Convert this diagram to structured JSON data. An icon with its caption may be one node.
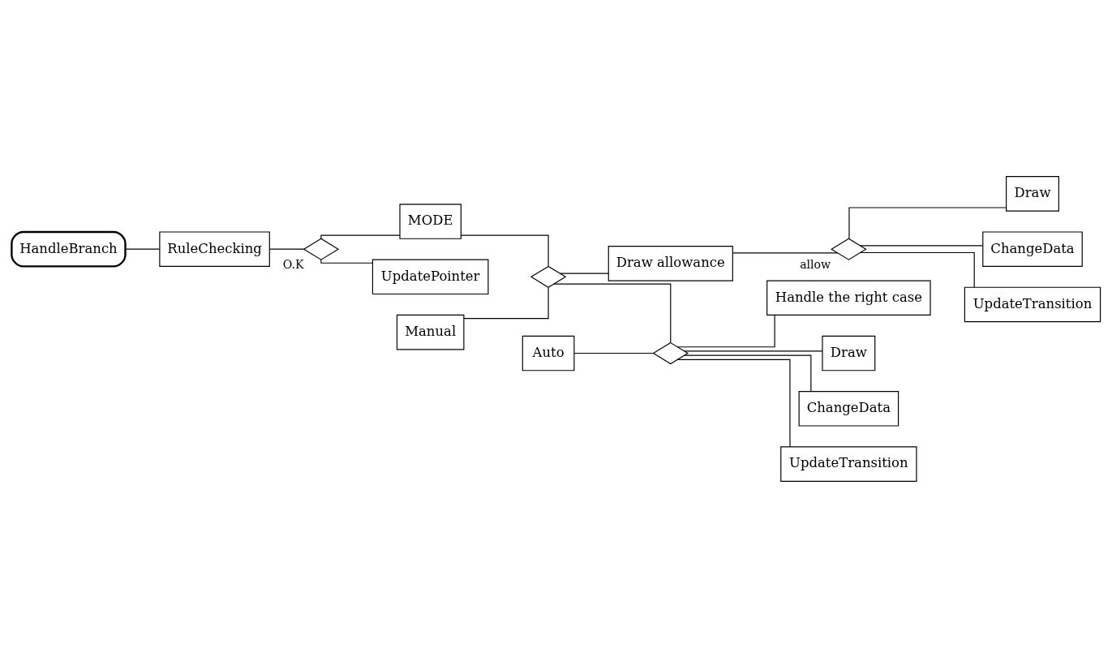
{
  "diagram": {
    "nodes": [
      {
        "text": [
          "HandleBranch"
        ]
      },
      {
        "text": [
          "RuleChecking"
        ]
      },
      {
        "text": [],
        "shape": "diamond",
        "beside": [
          "O.K"
        ]
      },
      {
        "text": [
          "MODE"
        ]
      },
      {
        "text": [
          "Manual"
        ]
      },
      {
        "text": [],
        "shape": "diamond"
      },
      {
        "text": [
          "Draw allowance"
        ]
      },
      {
        "text": [],
        "shape": "diamond",
        "beside": [
          "allow"
        ]
      },
      {
        "text": [
          "Draw"
        ]
      },
      {
        "text": [
          "ChangeData"
        ]
      },
      {
        "text": [
          "UpdateTransition"
        ]
      },
      {
        "text": [
          "Auto"
        ]
      },
      {
        "text": [],
        "shape": "diamond"
      },
      {
        "text": [
          "Handle the right case"
        ]
      },
      {
        "text": [
          "Draw"
        ]
      },
      {
        "text": [
          "ChangeData"
        ]
      },
      {
        "text": [
          "UpdateTransition"
        ]
      },
      {
        "text": [
          "UpdatePointer"
        ]
      }
    ],
    "edges": [
      {
        "from": 0,
        "to": 1,
        "arrow": "none"
      },
      {
        "from": 1,
        "to": 2,
        "arrow": "none"
      },
      {
        "from": 2,
        "to": 3,
        "arrow": "none"
      },
      {
        "from": 3,
        "to": 5,
        "arrow": "none"
      },
      {
        "from": 4,
        "to": 5,
        "arrow": "none"
      },
      {
        "from": 5,
        "to": 6,
        "arrow": "none"
      },
      {
        "from": 6,
        "to": 7,
        "arrow": "none"
      },
      {
        "from": 7,
        "to": 8,
        "arrow": "none"
      },
      {
        "from": 7,
        "to": 9,
        "arrow": "none"
      },
      {
        "from": 7,
        "to": 10,
        "arrow": "none"
      },
      {
        "from": 5,
        "to": 12,
        "arrow": "none"
      },
      {
        "from": 11,
        "to": 12,
        "arrow": "none"
      },
      {
        "from": 12,
        "to": 13,
        "arrow": "none"
      },
      {
        "from": 12,
        "to": 14,
        "arrow": "none"
      },
      {
        "from": 12,
        "to": 15,
        "arrow": "none"
      },
      {
        "from": 12,
        "to": 16,
        "arrow": "none"
      },
      {
        "from": 2,
        "to": 17,
        "arrow": "none"
      }
    ]
  }
}
